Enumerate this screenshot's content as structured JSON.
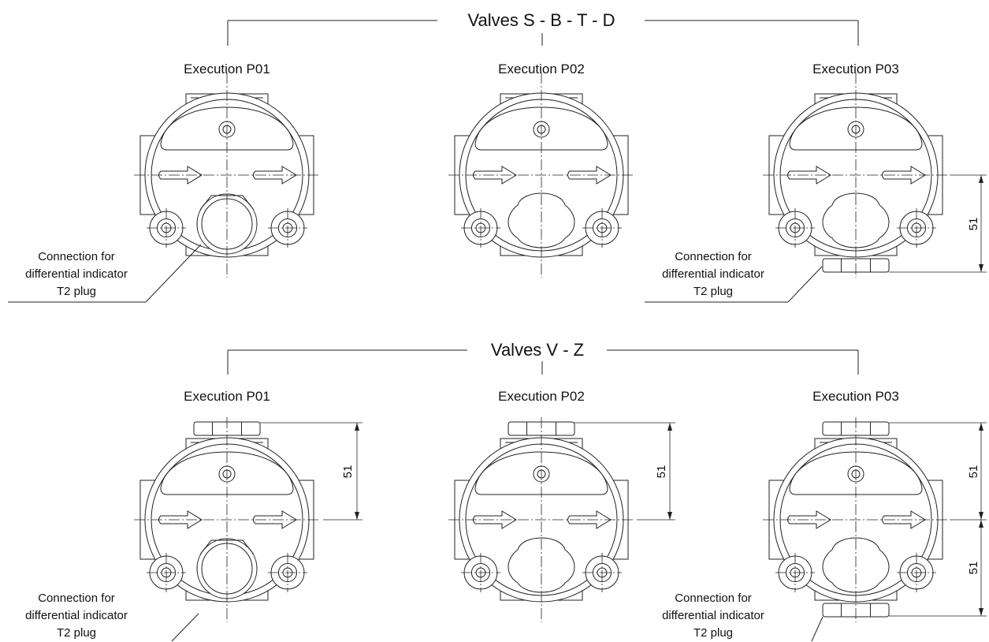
{
  "rows": [
    {
      "heading": "Valves S - B - T - D",
      "executions": [
        {
          "label": "Execution P01"
        },
        {
          "label": "Execution P02"
        },
        {
          "label": "Execution P03"
        }
      ],
      "notes": [
        {
          "text": [
            "Connection for",
            "differential indicator",
            "T2 plug"
          ]
        },
        {
          "text": [
            "Connection for",
            "differential indicator",
            "T2 plug"
          ]
        }
      ],
      "dimensions": [
        {
          "value": "51"
        }
      ]
    },
    {
      "heading": "Valves V - Z",
      "executions": [
        {
          "label": "Execution P01"
        },
        {
          "label": "Execution P02"
        },
        {
          "label": "Execution P03"
        }
      ],
      "notes": [
        {
          "text": [
            "Connection for",
            "differential indicator",
            "T2 plug"
          ]
        },
        {
          "text": [
            "Connection for",
            "differential indicator",
            "T2 plug"
          ]
        }
      ],
      "dimensions": [
        {
          "value": "51"
        },
        {
          "value": "51"
        },
        {
          "value": "51"
        },
        {
          "value": "51"
        }
      ]
    }
  ]
}
